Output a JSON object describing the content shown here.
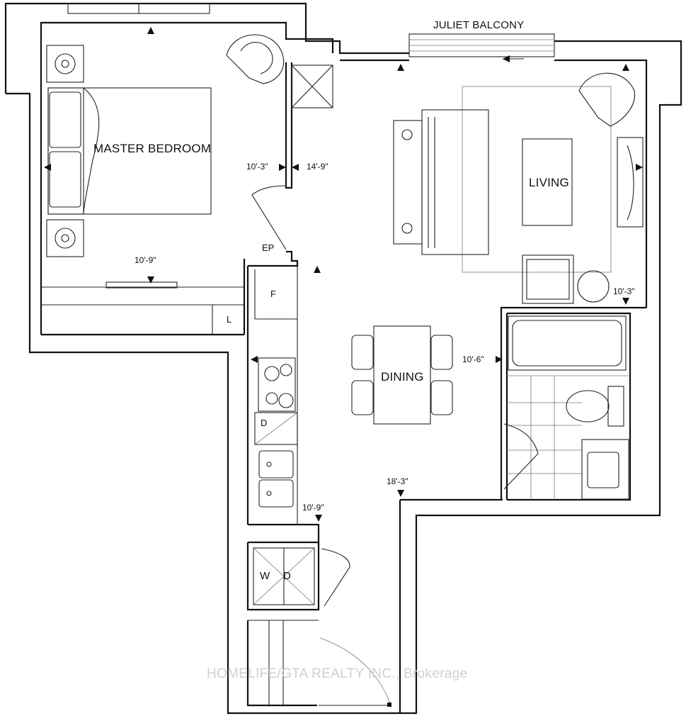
{
  "plan": {
    "balcony_label": "JULIET BALCONY",
    "rooms": {
      "master_bedroom": "MASTER BEDROOM",
      "living": "LIVING",
      "dining": "DINING"
    },
    "dimensions": {
      "bedroom_width": "10'-9\"",
      "bedroom_depth": "10'-3\"",
      "living_depth": "14'-9\"",
      "living_width": "10'-3\"",
      "bath_depth": "10'-6\"",
      "dining_depth": "18'-3\"",
      "kitchen_width": "10'-9\""
    },
    "tags": {
      "electrical_panel": "EP",
      "fridge": "F",
      "linen": "L",
      "dishwasher": "D",
      "washer": "W",
      "dryer": "D"
    },
    "watermark": "HOMELIFE/GTA REALTY INC., Brokerage"
  }
}
